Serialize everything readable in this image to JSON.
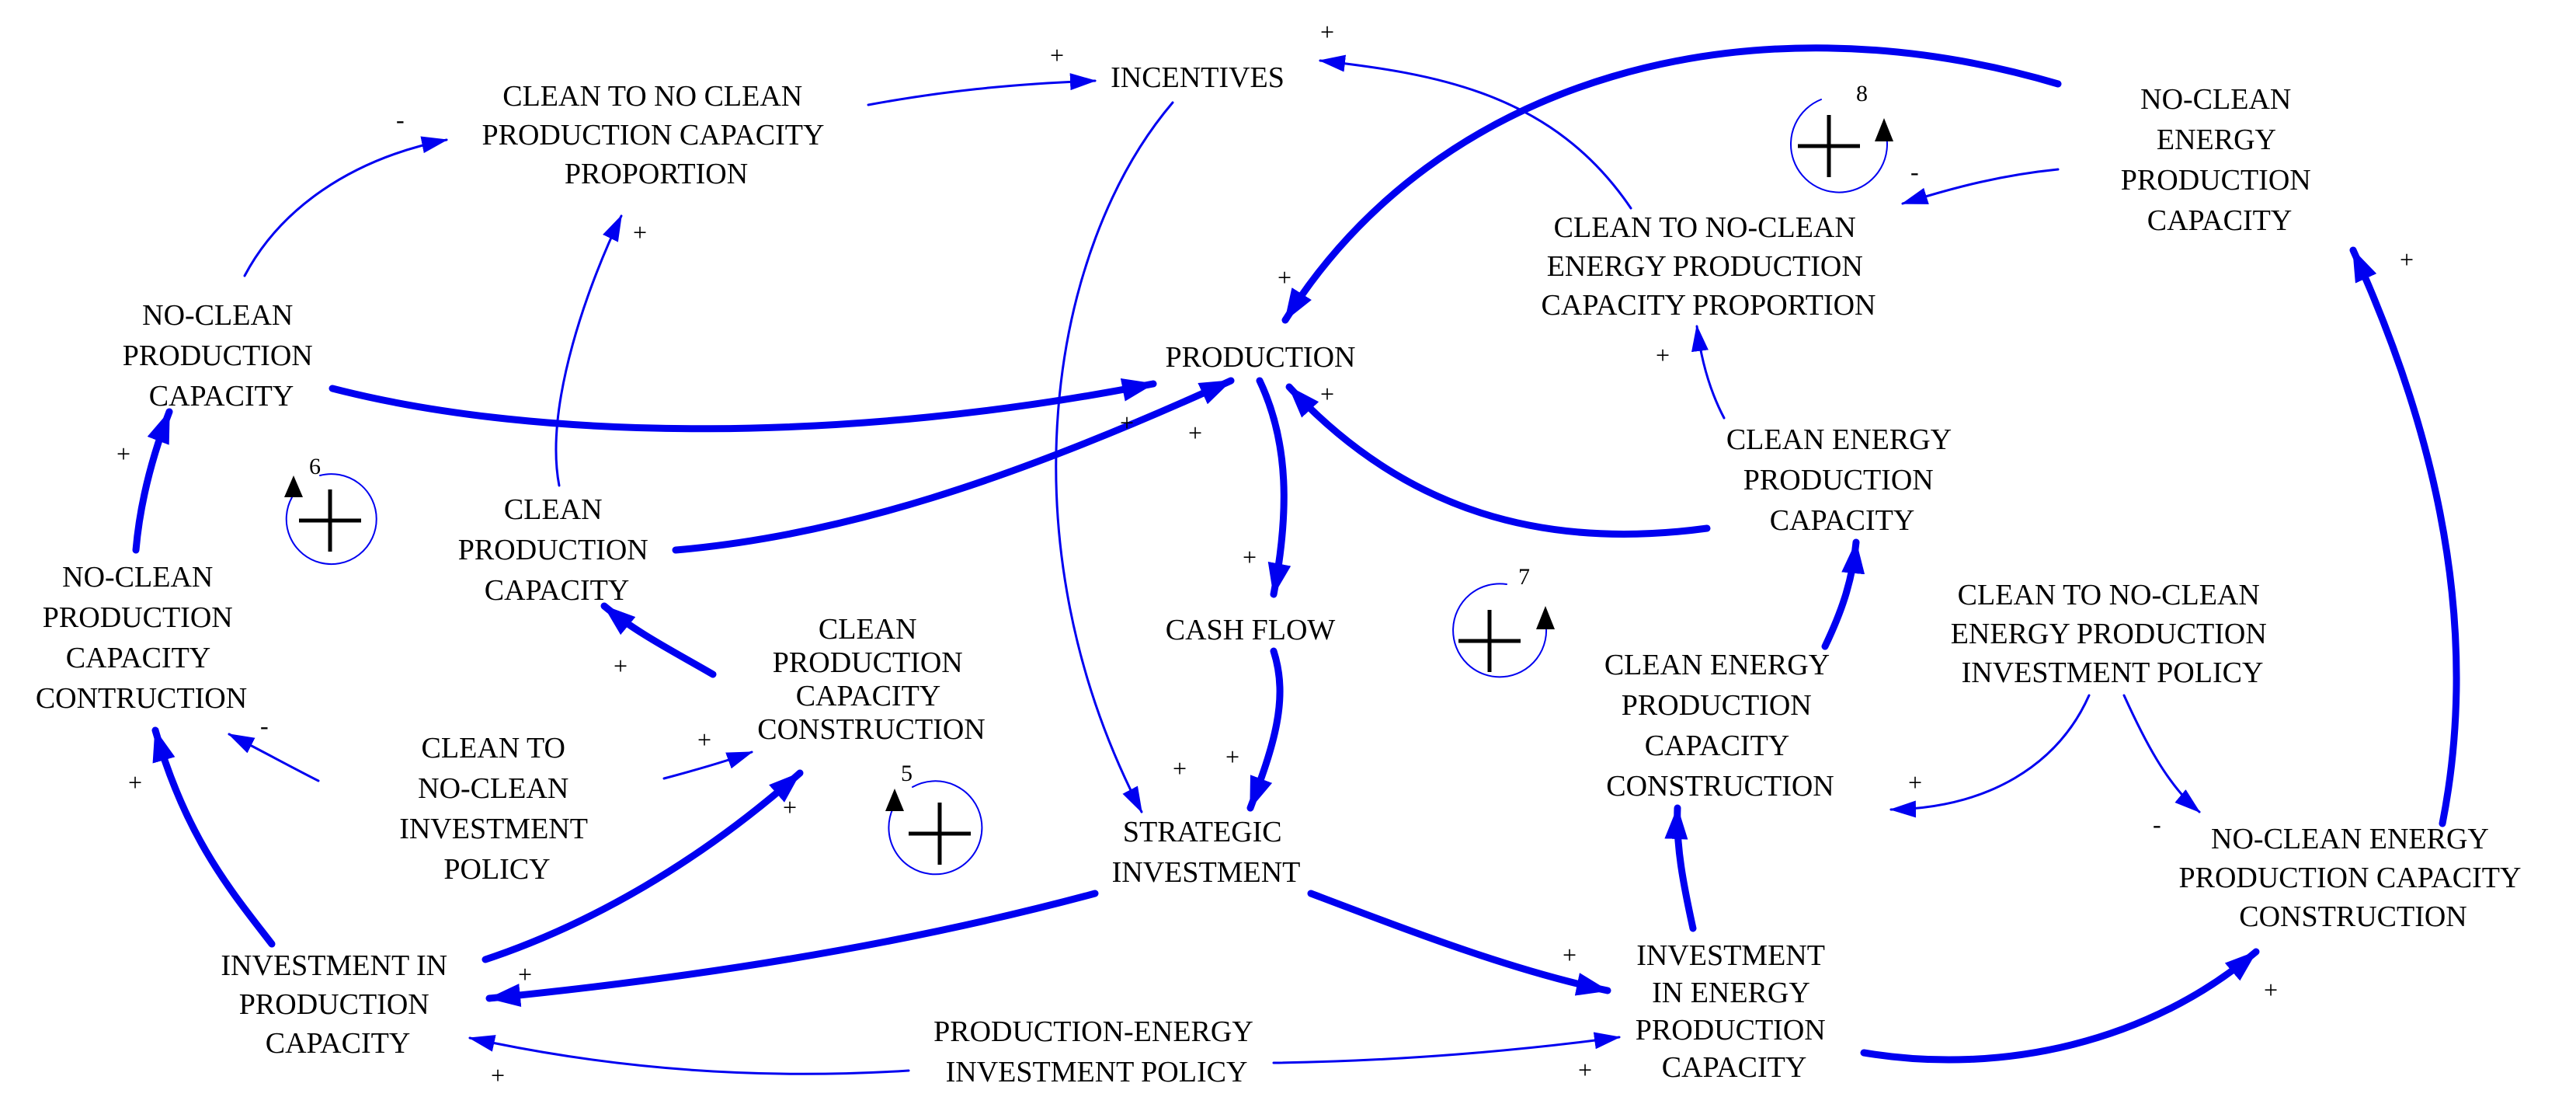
{
  "colors": {
    "arrow": "#0000f0",
    "text": "#000000",
    "background": "#ffffff"
  },
  "nodes": {
    "clean_to_no_clean_production_capacity_proportion": [
      "CLEAN TO NO CLEAN",
      "PRODUCTION CAPACITY",
      "PROPORTION"
    ],
    "incentives": [
      "INCENTIVES"
    ],
    "no_clean_energy_production_capacity": [
      "NO-CLEAN",
      "ENERGY",
      "PRODUCTION",
      "CAPACITY"
    ],
    "clean_to_no_clean_energy_production_capacity_proportion": [
      "CLEAN TO NO-CLEAN",
      "ENERGY PRODUCTION",
      "CAPACITY PROPORTION"
    ],
    "no_clean_production_capacity": [
      "NO-CLEAN",
      "PRODUCTION",
      "CAPACITY"
    ],
    "production": [
      "PRODUCTION"
    ],
    "clean_energy_production_capacity": [
      "CLEAN ENERGY",
      "PRODUCTION",
      "CAPACITY"
    ],
    "clean_production_capacity": [
      "CLEAN",
      "PRODUCTION",
      "CAPACITY"
    ],
    "no_clean_production_capacity_contruction": [
      "NO-CLEAN",
      "PRODUCTION",
      "CAPACITY",
      "CONTRUCTION"
    ],
    "cash_flow": [
      "CASH FLOW"
    ],
    "clean_production_capacity_construction": [
      "CLEAN",
      "PRODUCTION",
      "CAPACITY",
      "CONSTRUCTION"
    ],
    "clean_to_no_clean_energy_production_investment_policy": [
      "CLEAN TO NO-CLEAN",
      "ENERGY PRODUCTION",
      "INVESTMENT POLICY"
    ],
    "clean_energy_production_capacity_construction": [
      "CLEAN ENERGY",
      "PRODUCTION",
      "CAPACITY",
      "CONSTRUCTION"
    ],
    "clean_to_no_clean_investment_policy": [
      "CLEAN TO",
      "NO-CLEAN",
      "INVESTMENT",
      "POLICY"
    ],
    "strategic_investment": [
      "STRATEGIC",
      "INVESTMENT"
    ],
    "no_clean_energy_production_capacity_construction": [
      "NO-CLEAN ENERGY",
      "PRODUCTION CAPACITY",
      "CONSTRUCTION"
    ],
    "investment_in_production_capacity": [
      "INVESTMENT IN",
      "PRODUCTION",
      "CAPACITY"
    ],
    "investment_in_energy_production_capacity": [
      "INVESTMENT",
      "IN ENERGY",
      "PRODUCTION",
      "CAPACITY"
    ],
    "production_energy_investment_policy": [
      "PRODUCTION-ENERGY",
      "INVESTMENT POLICY"
    ]
  },
  "polarity": {
    "positive": "+",
    "negative": "-"
  },
  "loops": [
    {
      "id": "5",
      "sign": "+"
    },
    {
      "id": "6",
      "sign": "+"
    },
    {
      "id": "7",
      "sign": "+"
    },
    {
      "id": "8",
      "sign": "+"
    }
  ]
}
